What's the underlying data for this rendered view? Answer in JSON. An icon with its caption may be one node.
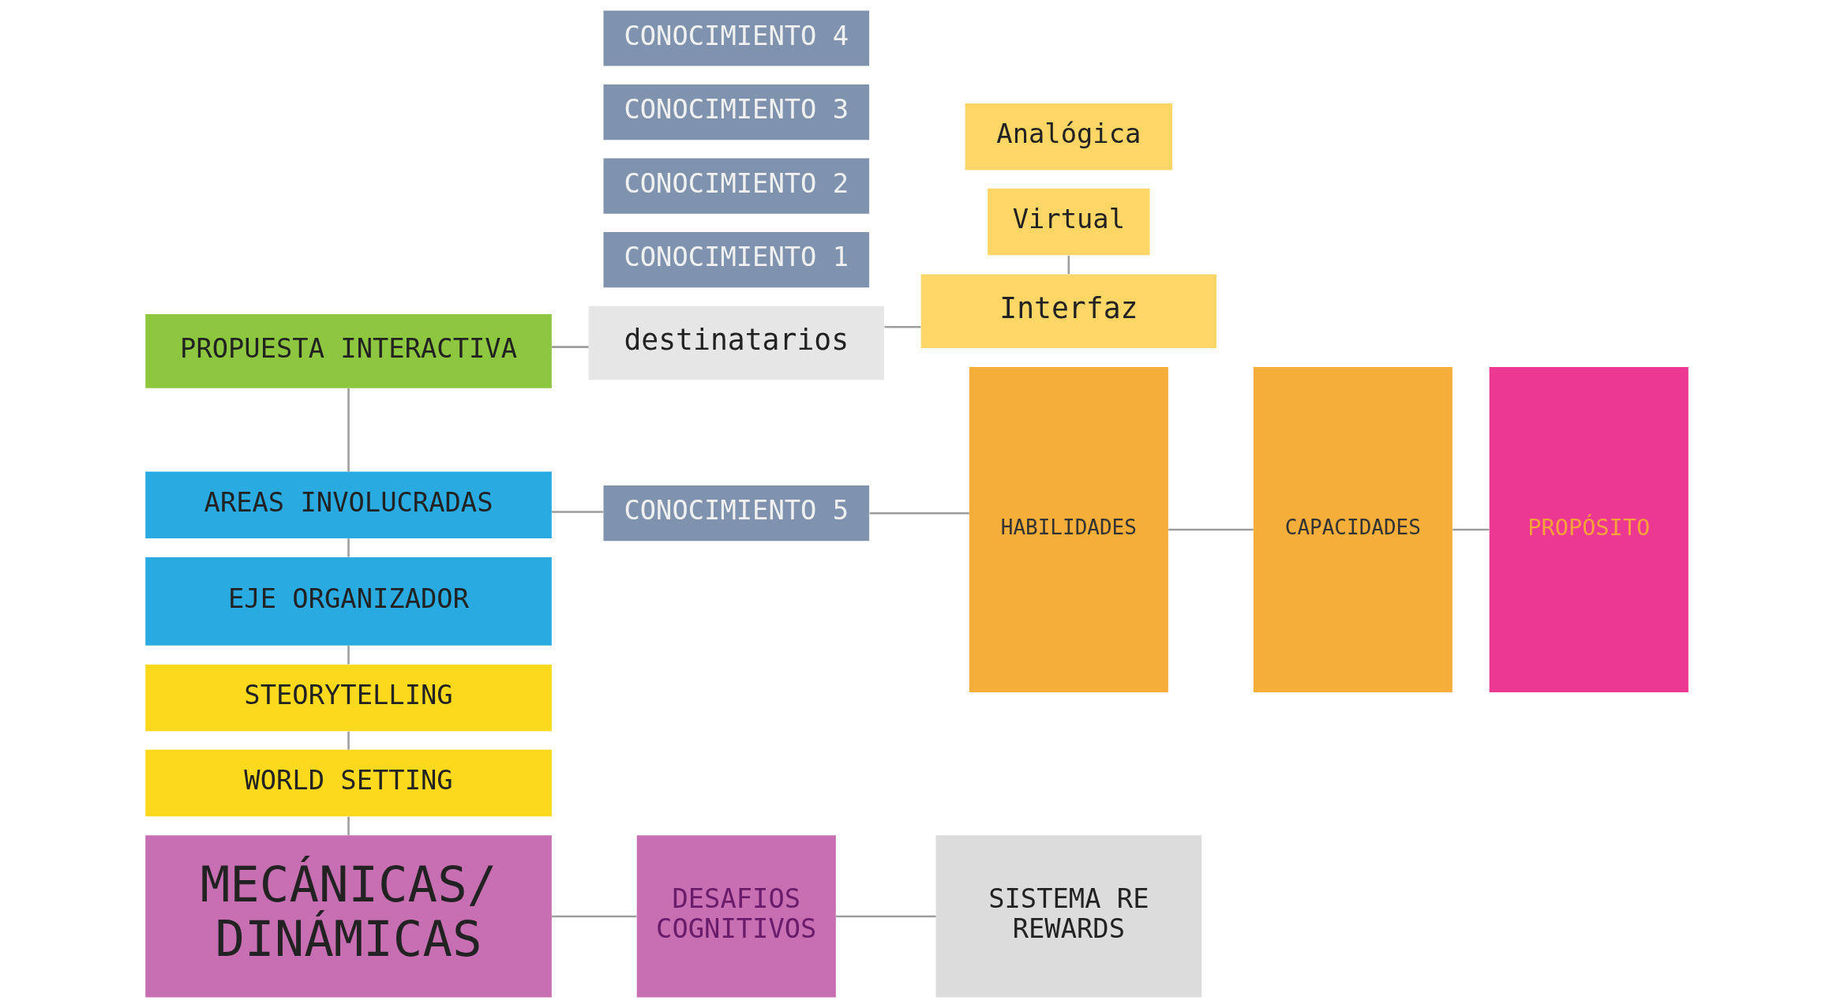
{
  "diagram": {
    "nodes": [
      {
        "text": [
          "Virtual"
        ]
      },
      {
        "text": [
          "Analógica"
        ]
      },
      {
        "text": [
          "PROPUESTA INTERACTIVA"
        ]
      },
      {
        "text": [
          "destinatarios"
        ]
      },
      {
        "text": [
          "Interfaz"
        ]
      },
      {
        "text": [
          "AREAS INVOLUCRADAS"
        ]
      },
      {
        "text": [
          "CONOCIMIENTO 1"
        ]
      },
      {
        "text": [
          "CONOCIMIENTO 2"
        ]
      },
      {
        "text": [
          "CONOCIMIENTO 3"
        ]
      },
      {
        "text": [
          "CONOCIMIENTO 4"
        ]
      },
      {
        "text": [
          "CONOCIMIENTO 5"
        ]
      },
      {
        "text": [
          "HABILIDADES"
        ]
      },
      {
        "text": [
          "CAPACIDADES"
        ]
      },
      {
        "text": [
          "PROPÓSITO"
        ]
      },
      {
        "text": [
          "EJE ORGANIZADOR"
        ]
      },
      {
        "text": [
          "STEORYTELLING"
        ]
      },
      {
        "text": [
          "WORLD SETTING"
        ]
      },
      {
        "text": [
          "MECÁNICAS/ DINÁMICAS"
        ]
      },
      {
        "text": [
          "DESAFIOS COGNITIVOS"
        ]
      },
      {
        "text": [
          "SISTEMA RE REWARDS"
        ]
      }
    ],
    "edges": [
      {
        "from": 2,
        "to": 3,
        "arrow": "none"
      },
      {
        "from": 3,
        "to": 4,
        "arrow": "none"
      },
      {
        "from": 0,
        "to": 4,
        "arrow": "none"
      },
      {
        "from": 2,
        "to": 5,
        "arrow": "none"
      },
      {
        "from": 5,
        "to": 14,
        "arrow": "none"
      },
      {
        "from": 14,
        "to": 15,
        "arrow": "none"
      },
      {
        "from": 15,
        "to": 16,
        "arrow": "none"
      },
      {
        "from": 16,
        "to": 17,
        "arrow": "none"
      },
      {
        "from": 5,
        "to": 10,
        "arrow": "none"
      },
      {
        "from": 10,
        "to": 11,
        "arrow": "none"
      },
      {
        "from": 11,
        "to": 12,
        "arrow": "none"
      },
      {
        "from": 12,
        "to": 13,
        "arrow": "none"
      },
      {
        "from": 17,
        "to": 18,
        "arrow": "none"
      },
      {
        "from": 18,
        "to": 19,
        "arrow": "none"
      }
    ]
  }
}
